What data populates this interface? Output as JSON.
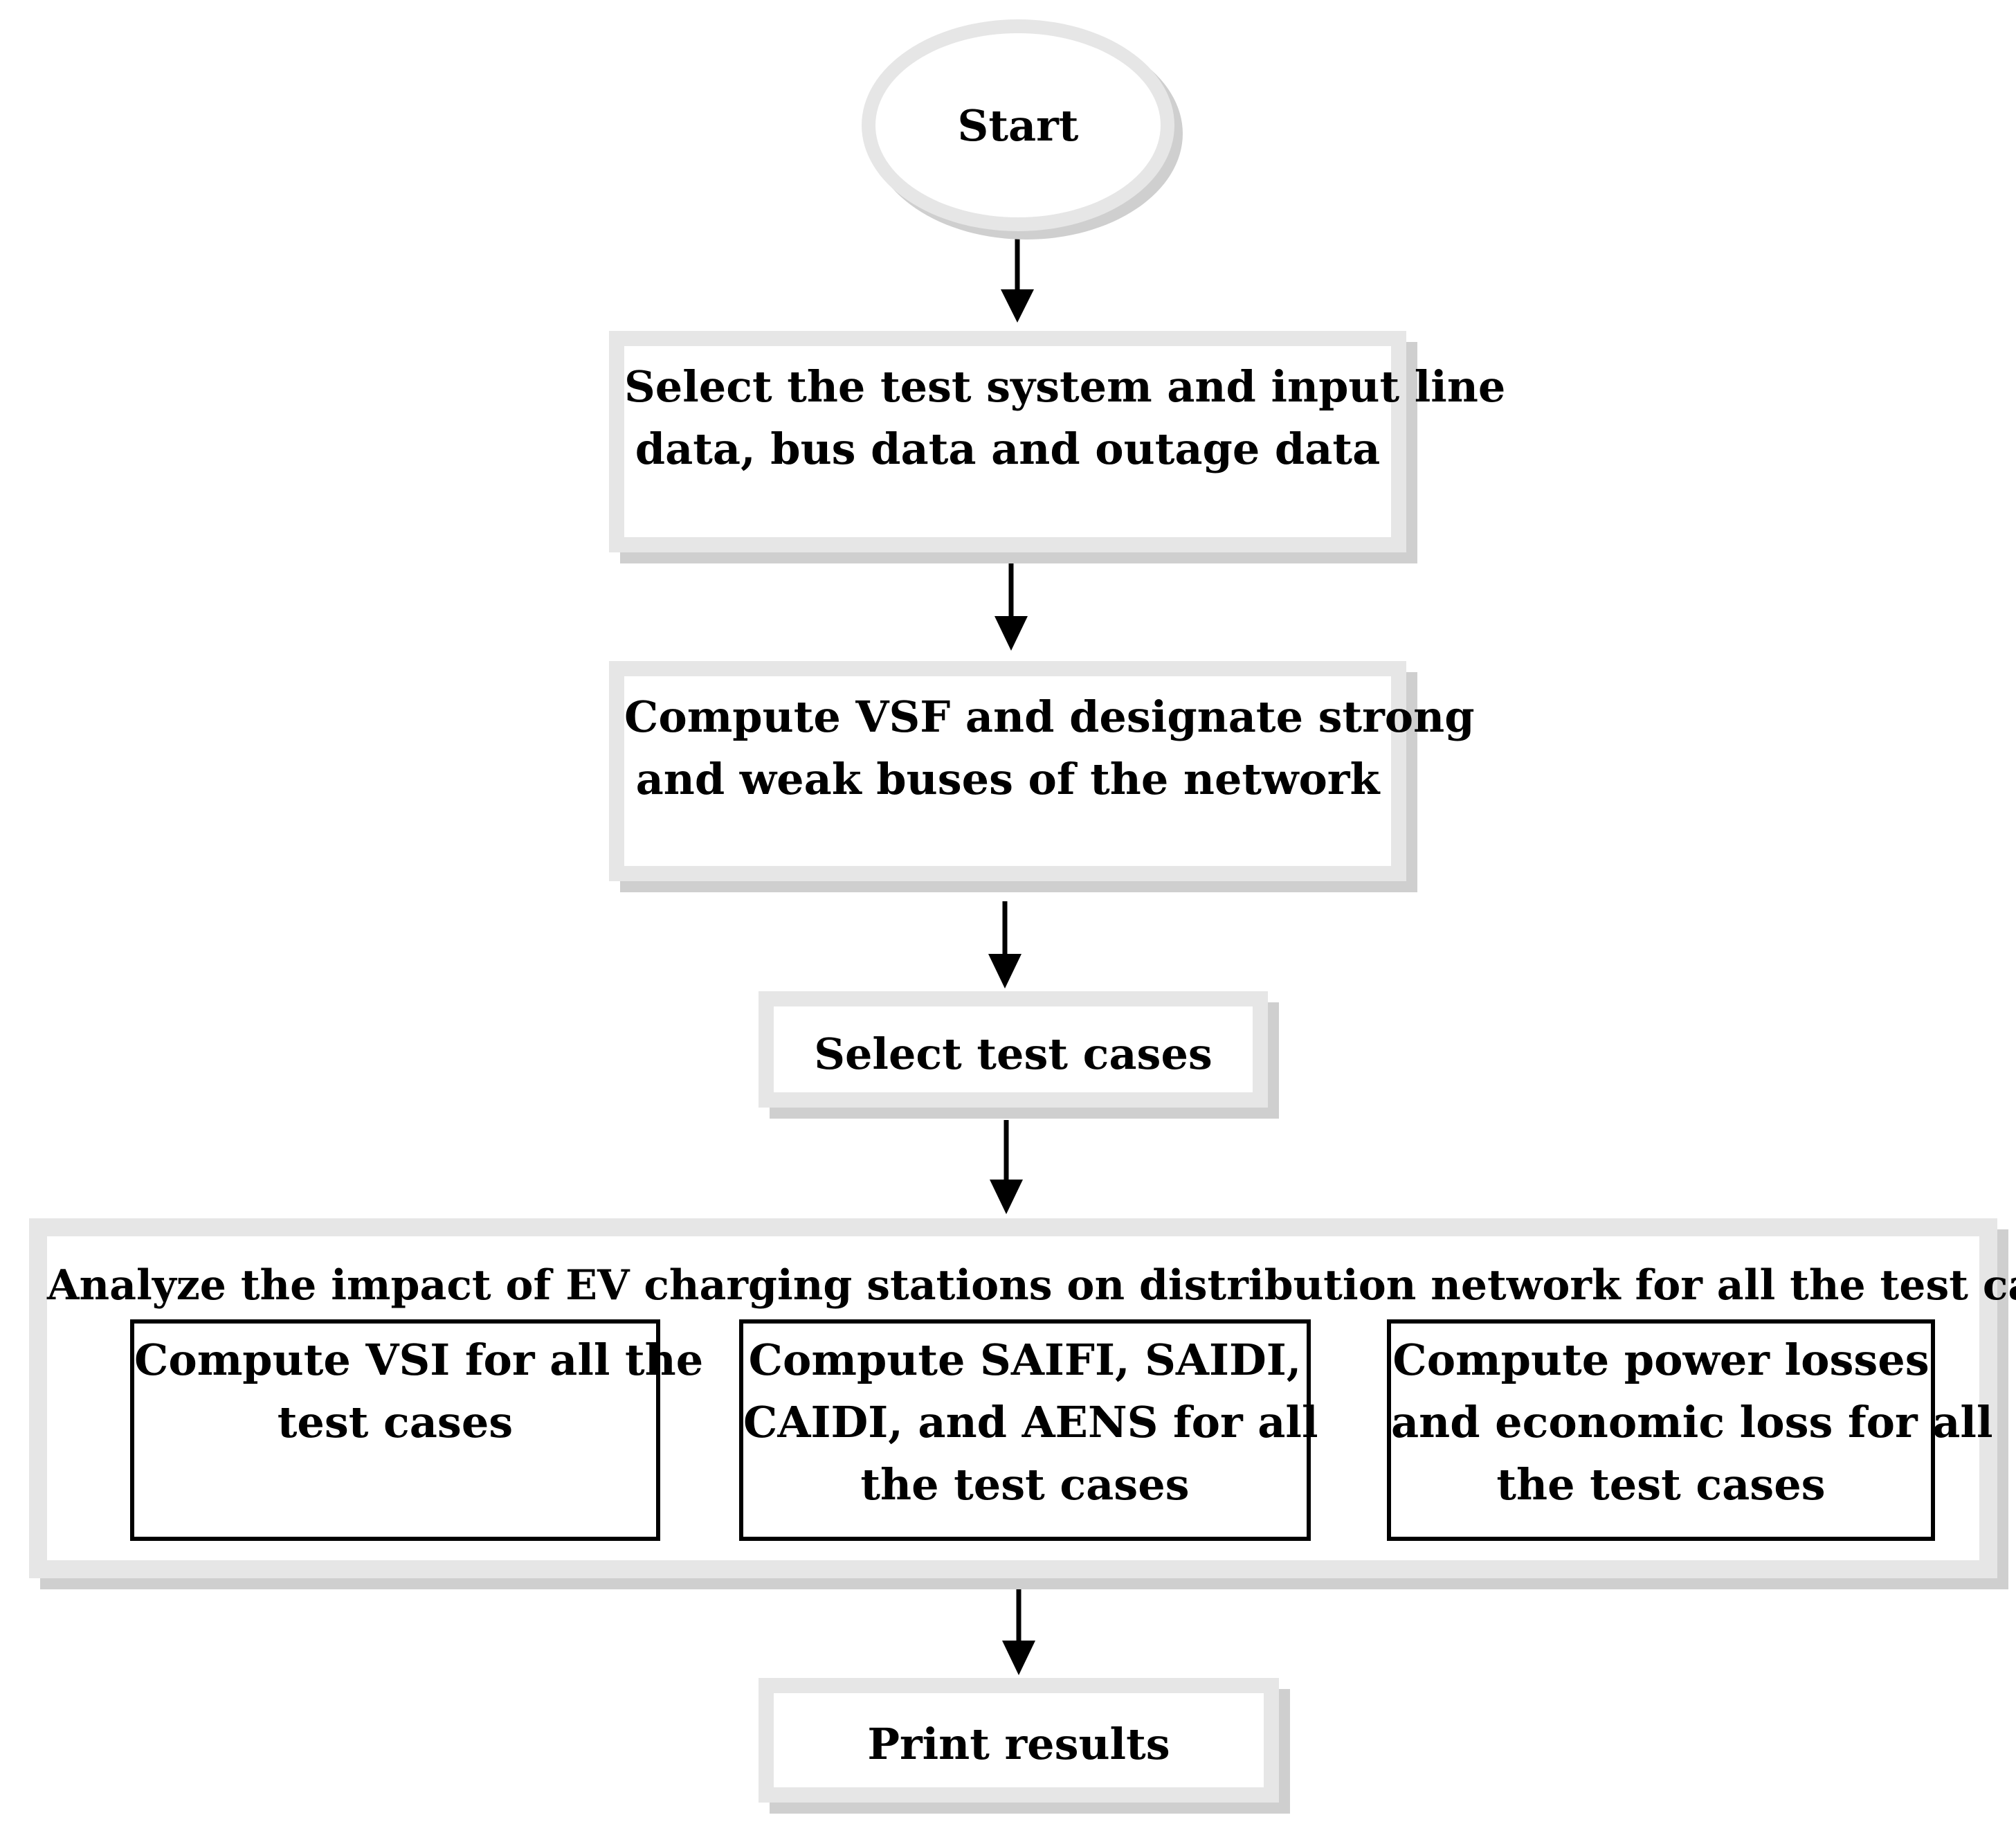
{
  "nodes": {
    "start": "Start",
    "select_system": [
      "Select the test system and input line",
      "data, bus data and outage data"
    ],
    "compute_vsf": [
      "Compute VSF and designate strong",
      "and weak buses of the network"
    ],
    "select_cases": "Select test cases",
    "analyze": {
      "title": "Analyze the impact of EV charging stations on distribution network for all the test cases",
      "vsi": [
        "Compute VSI for all the",
        "test cases"
      ],
      "reliability": [
        "Compute SAIFI, SAIDI,",
        "CAIDI, and AENS for all",
        "the test cases"
      ],
      "losses": [
        "Compute power losses",
        "and economic loss for all",
        "the test cases"
      ]
    },
    "print": "Print results"
  }
}
